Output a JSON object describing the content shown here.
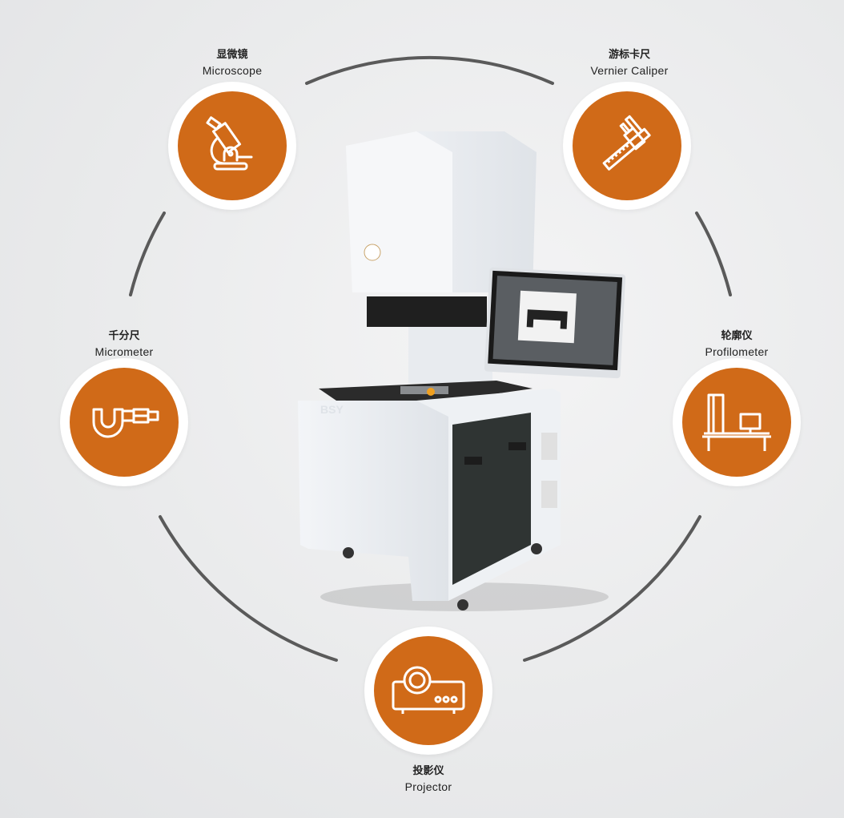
{
  "colors": {
    "accent": "#d06a18",
    "ring": "#ffffff",
    "arc": "#5a5a5a"
  },
  "tools": [
    {
      "zh": "显微镜",
      "en": "Microscope",
      "icon": "microscope-icon"
    },
    {
      "zh": "游标卡尺",
      "en": "Vernier Caliper",
      "icon": "vernier-caliper-icon"
    },
    {
      "zh": "千分尺",
      "en": "Micrometer",
      "icon": "micrometer-icon"
    },
    {
      "zh": "轮廓仪",
      "en": "Profilometer",
      "icon": "profilometer-icon"
    },
    {
      "zh": "投影仪",
      "en": "Projector",
      "icon": "projector-icon"
    }
  ],
  "machine": {
    "brand": "BSY"
  }
}
